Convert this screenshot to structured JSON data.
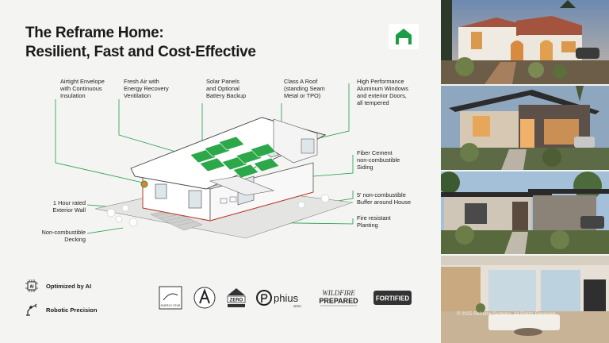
{
  "title_line1": "The Reframe Home:",
  "title_line2": "Resilient, Fast and Cost-Effective",
  "brand_color": "#1a9e45",
  "labels": {
    "airtight": [
      "Airtight Envelope",
      "with Continuous",
      "Insulation"
    ],
    "fresh_air": [
      "Fresh Air with",
      "Energy Recovery",
      "Ventilation"
    ],
    "solar": [
      "Solar Panels",
      "and Optional",
      "Battery Backup"
    ],
    "roof": [
      "Class A Roof",
      "(standing Seam",
      "Metal or TPO)"
    ],
    "windows": [
      "High Performance",
      "Aluminum Windows",
      "and exterior Doors,",
      "all tempered"
    ],
    "siding": [
      "Fiber Cement",
      "non-combustible",
      "Siding"
    ],
    "wall": [
      "1 Hour rated",
      "Exterior Wall"
    ],
    "buffer": [
      "5' non-combustible",
      "Buffer around House"
    ],
    "decking": [
      "Non-combustible",
      "Decking"
    ],
    "planting": [
      "Fire resistant",
      "Planting"
    ]
  },
  "features": [
    {
      "label": "Optimized by AI",
      "icon": "ai-chip-icon"
    },
    {
      "label": "Robotic Precision",
      "icon": "robot-arm-icon"
    }
  ],
  "badges": {
    "energy_star": "ENERGY STAR",
    "zero": "ZERO",
    "phius": "phius",
    "phius_sub": "ZERO",
    "wildfire_top": "WILDFIRE",
    "wildfire_bottom": "PREPARED",
    "fortified": "FORTIFIED"
  },
  "copyright": "© 2025 Reframe Systems. All Rights Reserved."
}
